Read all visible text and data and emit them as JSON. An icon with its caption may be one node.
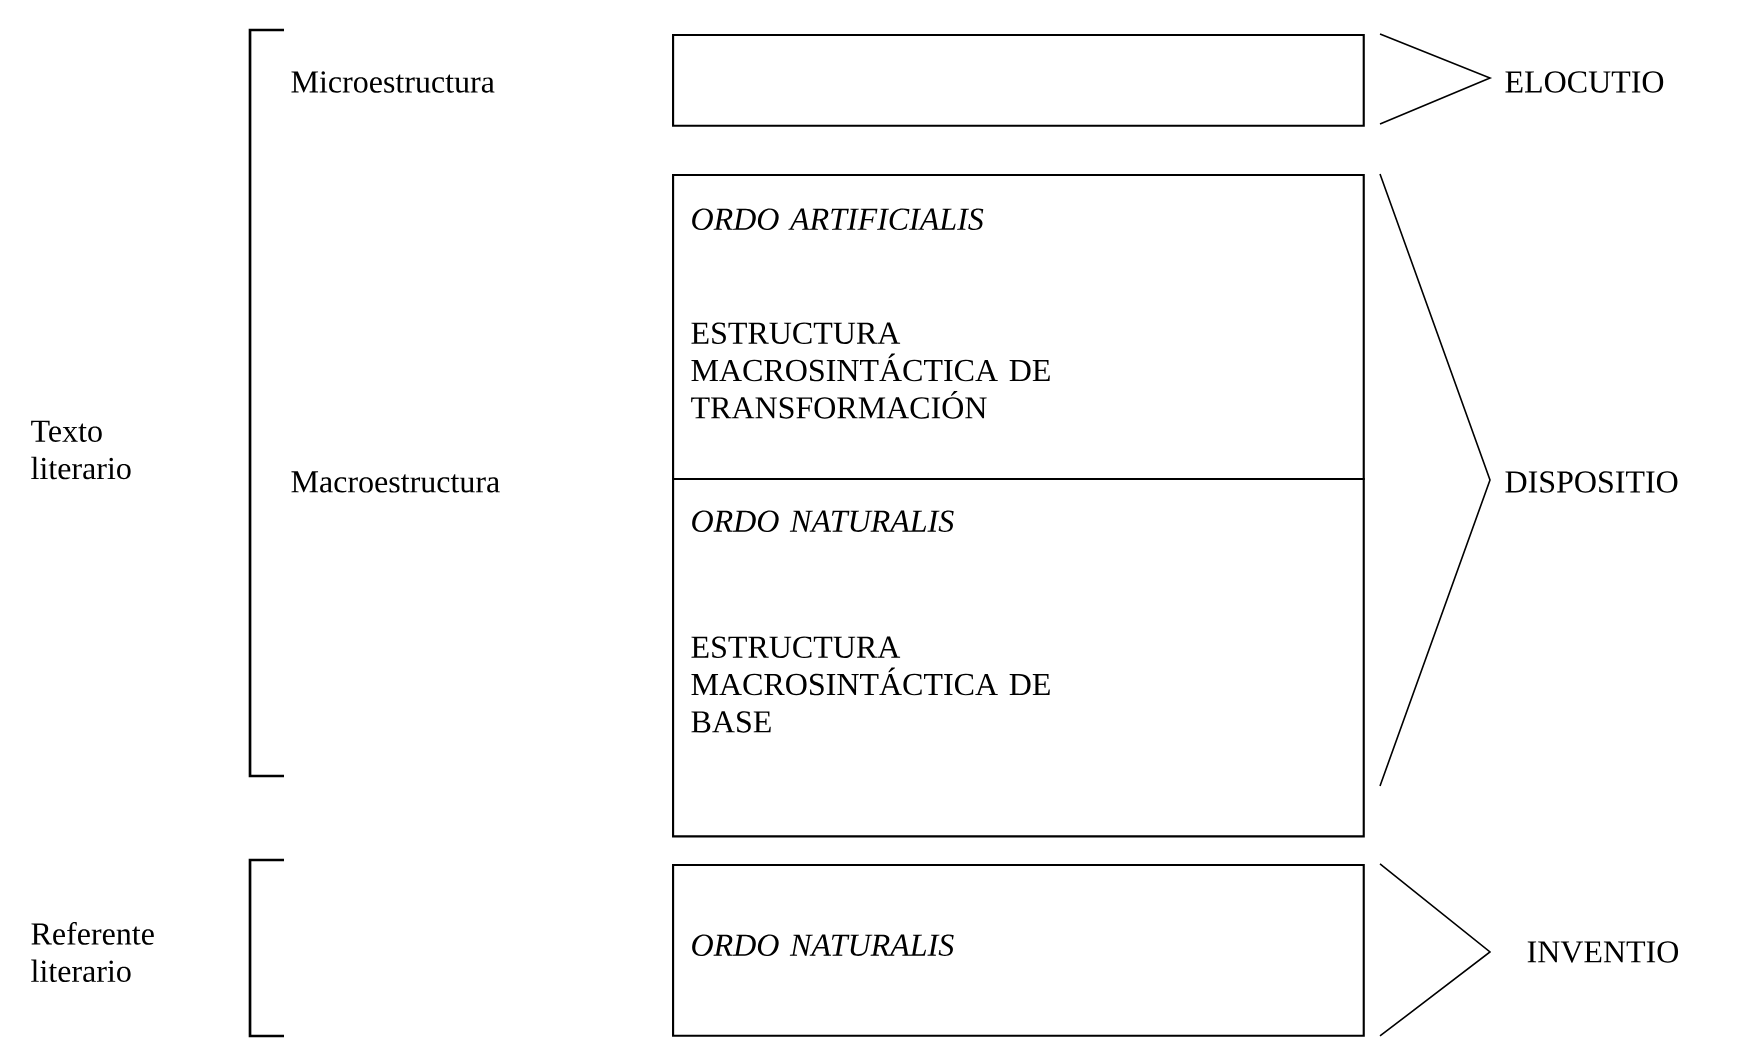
{
  "diagram": {
    "nodes": [
      {
        "text": [],
        "shape": "box"
      },
      {
        "text": [
          "ORDO ARTIFICIALIS",
          "ESTRUCTURA MACROSINTÁCTICA DE TRANSFORMACIÓN"
        ]
      },
      {
        "text": [
          "ORDO NATURALIS",
          "ESTRUCTURA MACROSINTÁCTICA DE BASE"
        ]
      },
      {
        "text": [
          "ORDO NATURALIS"
        ]
      }
    ],
    "labels": [
      "Microestructura",
      "ELOCUTIO",
      "Texto literario",
      "Macroestructura",
      "DISPOSITIO",
      "Referente literario",
      "INVENTIO"
    ]
  }
}
